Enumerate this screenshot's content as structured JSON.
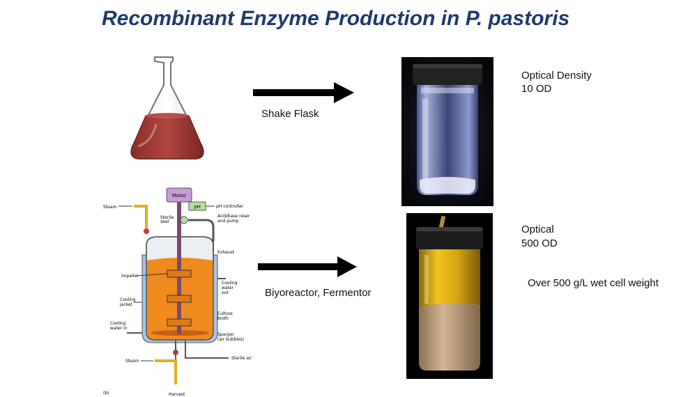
{
  "slide": {
    "title": "Recombinant Enzyme Production in P. pastoris"
  },
  "shake_flask": {
    "label": "Shake Flask",
    "result_line1": "Optical Density",
    "result_line2": "10 OD"
  },
  "bioreactor": {
    "label": "Biyoreactor, Fermentor",
    "result_line1": "Optical",
    "result_line2": "500 OD",
    "result_line3": "Over  500 g/L wet cell weight",
    "diagram_labels": {
      "motor": "Motor",
      "ph": "pH",
      "ph_controller": "pH controller",
      "acid_base_1": "Acid/base reser",
      "acid_base_2": "and pump",
      "steam_top": "Steam",
      "sterile_1": "Sterile",
      "sterile_2": "seal",
      "exhaust": "Exhaust",
      "impeller": "Impeller",
      "cooling_out_1": "Cooling",
      "cooling_out_2": "water",
      "cooling_out_3": "out",
      "cooling_jacket_1": "Cooling",
      "cooling_jacket_2": "jacket",
      "culture_1": "Culture",
      "culture_2": "broth",
      "cooling_in_1": "Cooling",
      "cooling_in_2": "water in",
      "sparger_1": "Sparger",
      "sparger_2": "(air bubbles)",
      "sterile_air": "Sterile air",
      "steam_bottom": "Steam",
      "harvest": "Harvest",
      "panel": "(b)"
    }
  },
  "colors": {
    "title": "#1f3a6e",
    "flask_liquid": "#a33a35",
    "broth": "#f08a1c",
    "jacket": "#a9c4e4"
  }
}
